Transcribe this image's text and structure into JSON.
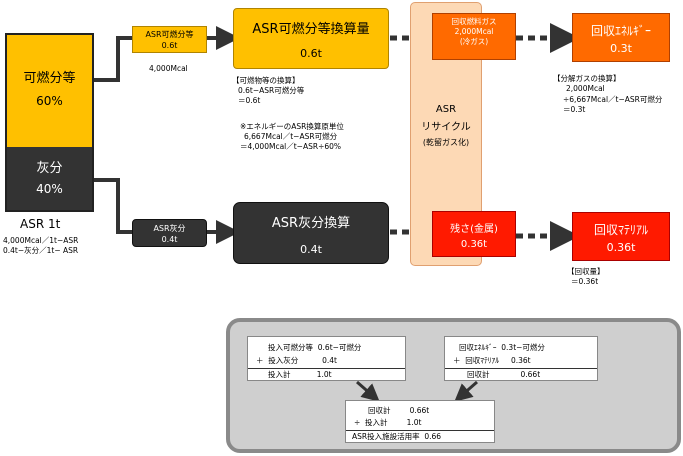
{
  "asr_unit": {
    "combustible_label": "可燃分等",
    "combustible_pct": "60%",
    "ash_label": "灰分",
    "ash_pct": "40%",
    "title": "ASR  1t",
    "note1": "4,000Mcal／1t−ASR",
    "note2": "0.4t−灰分／1t− ASR"
  },
  "asr_combustible": {
    "label": "ASR可燃分等",
    "value": "0.6t",
    "sub": "4,000Mcal"
  },
  "asr_ash": {
    "label": "ASR灰分",
    "value": "0.4t"
  },
  "combustible_conv": {
    "title": "ASR可燃分等換算量",
    "value": "0.6t",
    "note_head": "【可燃物等の換算】",
    "note_l1": "0.6t−ASR可燃分等",
    "note_l2": "＝0.6t",
    "note_l3": "※エネルギーのASR換算原単位",
    "note_l4": "6,667Mcal／t−ASR可燃分",
    "note_l5": "＝4,000Mcal／t−ASR÷60%"
  },
  "ash_conv": {
    "title": "ASR灰分換算",
    "value": "0.4t"
  },
  "recycle": {
    "line1": "ASR",
    "line2": "リサイクル",
    "line3": "(乾留ガス化)"
  },
  "fuel_gas": {
    "line1": "回収燃料ガス",
    "line2": "2,000Mcal",
    "line3": "(冷ガス)"
  },
  "residue": {
    "line1": "残さ(金属)",
    "value": "0.36t"
  },
  "energy": {
    "title": "回収ｴﾈﾙｷﾞｰ",
    "value": "0.3t",
    "note_head": "【分解ガスの換算】",
    "note_l1": "2,000Mcal",
    "note_l2": "÷6,667Mcal／t−ASR可燃分",
    "note_l3": "＝0.3t"
  },
  "material": {
    "title": "回収ﾏﾃﾘｱﾙ",
    "value": "0.36t",
    "note_head": "【回収量】",
    "note_l1": "＝0.36t"
  },
  "calc": {
    "input_l1": "投入可燃分等  0.6t−可燃分",
    "input_l2": "＋  投入灰分          0.4t",
    "input_l3": "投入計           1.0t",
    "out_l1": "回収ｴﾈﾙｷﾞｰ  0.3t−可燃分",
    "out_l2": "＋  回収ﾏﾃﾘｱﾙ     0.36t",
    "out_l3": "回収計             0.66t",
    "res_l1": "回収計        0.66t",
    "res_l2": "÷  投入計        1.0t",
    "res_l3": "ASR投入施設活用率  0.66"
  },
  "colors": {
    "yellow": "#ffc000",
    "dark": "#333333",
    "orange": "#ff6a00",
    "red": "#ff1a00",
    "recycle_fill": "#fdd9b5",
    "panel": "#cfcfcf"
  }
}
